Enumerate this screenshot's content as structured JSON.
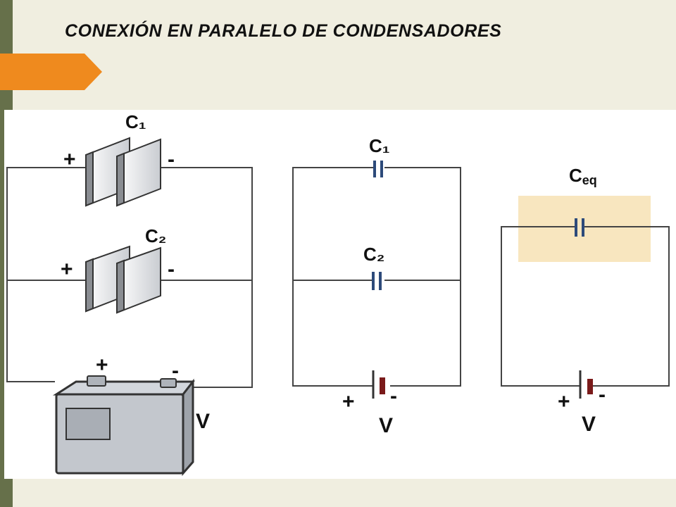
{
  "slide": {
    "title": "CONEXIÓN EN PARALELO DE CONDENSADORES",
    "accent_color": "#ef8a1e",
    "sidebar_color": "#66704a"
  },
  "diagram1": {
    "c1_label": "C₁",
    "c2_label": "C₂",
    "c1_plus": "+",
    "c1_minus": "-",
    "c2_plus": "+",
    "c2_minus": "-",
    "battery_plus": "+",
    "battery_minus": "-",
    "voltage_label": "V"
  },
  "diagram2": {
    "c1_label": "C₁",
    "c2_label": "C₂",
    "battery_plus": "+",
    "battery_minus": "-",
    "voltage_label": "V",
    "capacitor_color": "#2d4a7a",
    "battery_color": "#7a1a1a"
  },
  "diagram3": {
    "ceq_label": "C",
    "ceq_subscript": "eq",
    "battery_plus": "+",
    "battery_minus": "-",
    "voltage_label": "V",
    "highlight_color": "#f8e6bf"
  }
}
